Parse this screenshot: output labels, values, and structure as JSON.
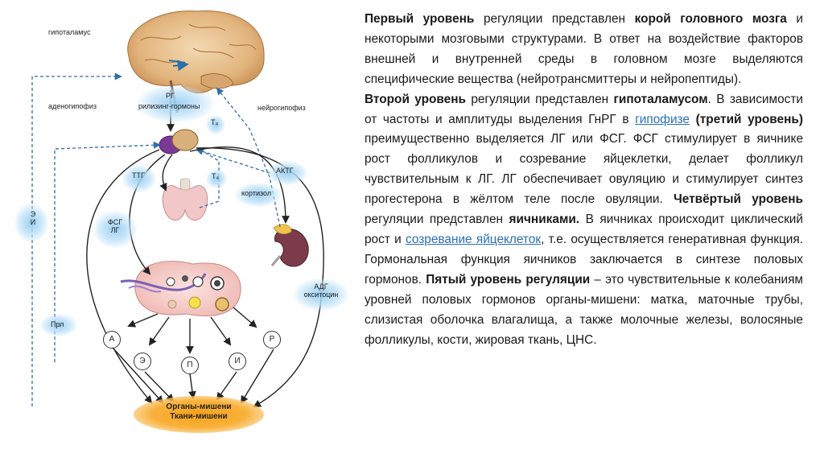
{
  "diagram": {
    "labels": {
      "hypothalamus": "гипоталамус",
      "rg": "РГ",
      "releasing": "рилизинг-гормоны",
      "adenohypophysis": "аденогипофиз",
      "neurohypophysis": "нейрогипофиз",
      "t4_top": "Т₄",
      "t4_mid": "Т₄",
      "ttg": "ТТГ",
      "actg": "АКТГ",
      "cortisol": "кортизол",
      "ei": "Э И",
      "fsg_lg": "ФСГ ЛГ",
      "adg": "АДГ окситоцин",
      "prl": "Прл",
      "hormone_a": "А",
      "hormone_e": "Э",
      "hormone_p": "П",
      "hormone_i": "И",
      "hormone_r": "Р",
      "target_organs": "Органы-мишени",
      "target_tissues": "Ткани-мишени"
    },
    "colors": {
      "glow": "#a8d4f0",
      "target": "#f6a21a",
      "arrow": "#222222",
      "dashed": "#2e6fa8"
    }
  },
  "text": {
    "p1": {
      "b1": "Первый уровень",
      "t1": " регуляции представлен ",
      "b2": "корой головного мозга",
      "t2": " и некоторыми мозговыми структурами. В ответ на воздействие факторов внешней и внутренней среды в головном мозге выделяются специфические вещества (нейротрансмиттеры и нейропептиды)."
    },
    "p2": {
      "b1": "Второй уровень",
      "t1": " регуляции представлен ",
      "b2": "гипоталамусом",
      "t2": ". В зависимости от частоты и амплитуды выделения ГнРГ в ",
      "link1": "гипофизе",
      "t3": " ",
      "b3": "(третий уровень)",
      "t4": " преимущественно выделяется ЛГ или ФСГ. ФСГ стимулирует в яичнике рост фолликулов и созревание яйцеклетки, делает фолликул чувствительным к ЛГ. ЛГ обеспечивает овуляцию и стимулирует синтез прогестерона в жёлтом теле после овуляции. ",
      "b4": "Четвёртый уровень",
      "t5": " регуляции представлен ",
      "b5": "яичниками.",
      "t6": " В яичниках происходит циклический рост и ",
      "link2": "созревание яйцеклеток",
      "t7": ", т.е. осуществляется генеративная функция. Гормональная функция яичников заключается в синтезе половых гормонов. ",
      "b6": "Пятый уровень регуляции",
      "t8": " – это чувствительные к колебаниям уровней половых гормонов органы-мишени: матка, маточные трубы, слизистая оболочка влагалища, а также молочные железы, волосяные фолликулы, кости, жировая ткань, ЦНС."
    }
  }
}
